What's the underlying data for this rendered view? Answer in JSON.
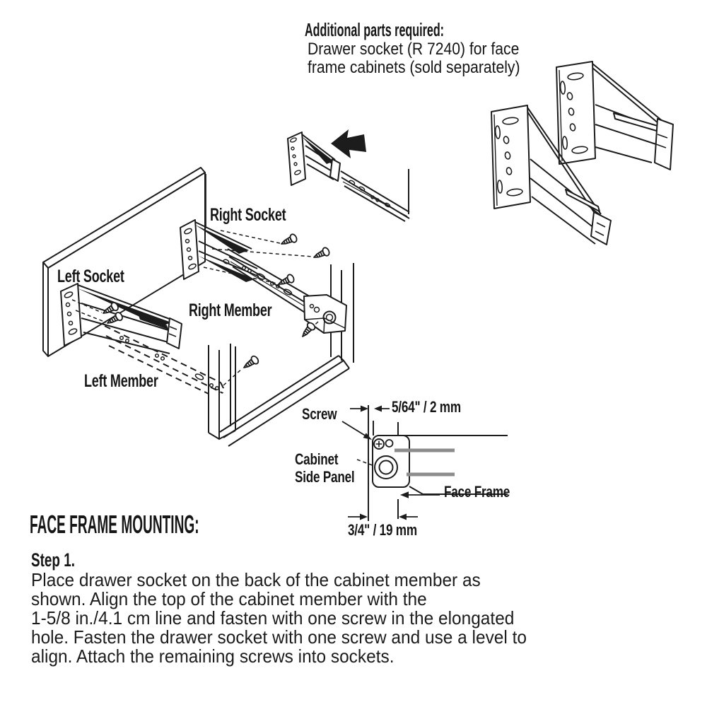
{
  "colors": {
    "ink": "#1c1c1c",
    "gray": "#8c8c8c",
    "bg": "#ffffff"
  },
  "additional_parts": {
    "title": "Additional parts required:",
    "line1": "Drawer socket (R 7240) for face",
    "line2": "frame cabinets (sold separately)"
  },
  "iso_labels": {
    "right_socket": "Right Socket",
    "left_socket": "Left Socket",
    "right_member": "Right Member",
    "left_member": "Left Member"
  },
  "detail_labels": {
    "screw": "Screw",
    "offset_dim": "5/64\" / 2 mm",
    "panel_line1": "Cabinet",
    "panel_line2": "Side Panel",
    "face_frame": "Face Frame",
    "thickness_dim": "3/4\" / 19 mm"
  },
  "instructions": {
    "heading": "FACE FRAME MOUNTING:",
    "step_title": "Step 1.",
    "lines": [
      "Place drawer socket on the back of the cabinet member as",
      "shown. Align the top of the cabinet member with the",
      "1-5/8 in./4.1 cm line and fasten with one screw in the elongated",
      "hole. Fasten the drawer socket with one screw and use a level to",
      "align. Attach the remaining screws into sockets."
    ]
  }
}
